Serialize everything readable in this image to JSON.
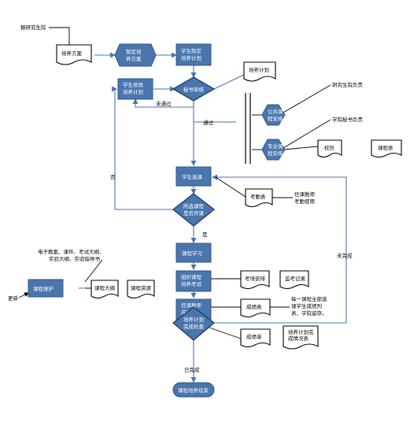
{
  "source_note": "报研究生院",
  "nodes": {
    "plan_doc": "培养方案",
    "make_plan": [
      "制定培",
      "养方案"
    ],
    "student_plan": [
      "学生制定",
      "培养计划"
    ],
    "secretary_review": "秘书审核",
    "modify_plan": [
      "学生修改",
      "培养计划"
    ],
    "plan_doc2": "培养计划",
    "public_course": [
      "公共课",
      "程安排"
    ],
    "major_course": [
      "专业课",
      "程安排"
    ],
    "grad_school": "研究生院负责",
    "college_secretary": "学院秘书负责",
    "campus": "校历",
    "timetable": "课程表",
    "select_course": "学生选课",
    "attendance": "考勤表",
    "teacher_use": [
      "任课教师",
      "考勤使用"
    ],
    "course_open": [
      "所选课程",
      "是否开课"
    ],
    "course_study": "课程学习",
    "materials_note": [
      "电子教案、课件、考试大纲、",
      "实验大纲、实验指导书"
    ],
    "course_maintain": "课程维护",
    "syllabus": "课程大纲",
    "resources": "课程资源",
    "update": "更新",
    "org_exam": [
      "组织课程",
      "培养考试"
    ],
    "exam_schedule": "考场安排",
    "exam_record": "监考记录",
    "grade_entry": [
      "任课教师",
      "成绩录入"
    ],
    "grade_sheet": "成绩表",
    "grade_note": [
      "每一课程全部选",
      "课学生成绩列",
      "表，学院留存。"
    ],
    "plan_check": [
      "培养计划",
      "完成检查"
    ],
    "transcript": "成绩单",
    "completion": [
      "培养计划完",
      "成情况表"
    ],
    "end": "课程培养结束"
  },
  "labels": {
    "not_passed": "未通过",
    "passed": "通过",
    "no": "否",
    "yes": "是",
    "not_completed": "未完成",
    "completed": "已完成"
  },
  "colors": {
    "node": "#4a76ad",
    "arrow": "#4a76ad"
  }
}
